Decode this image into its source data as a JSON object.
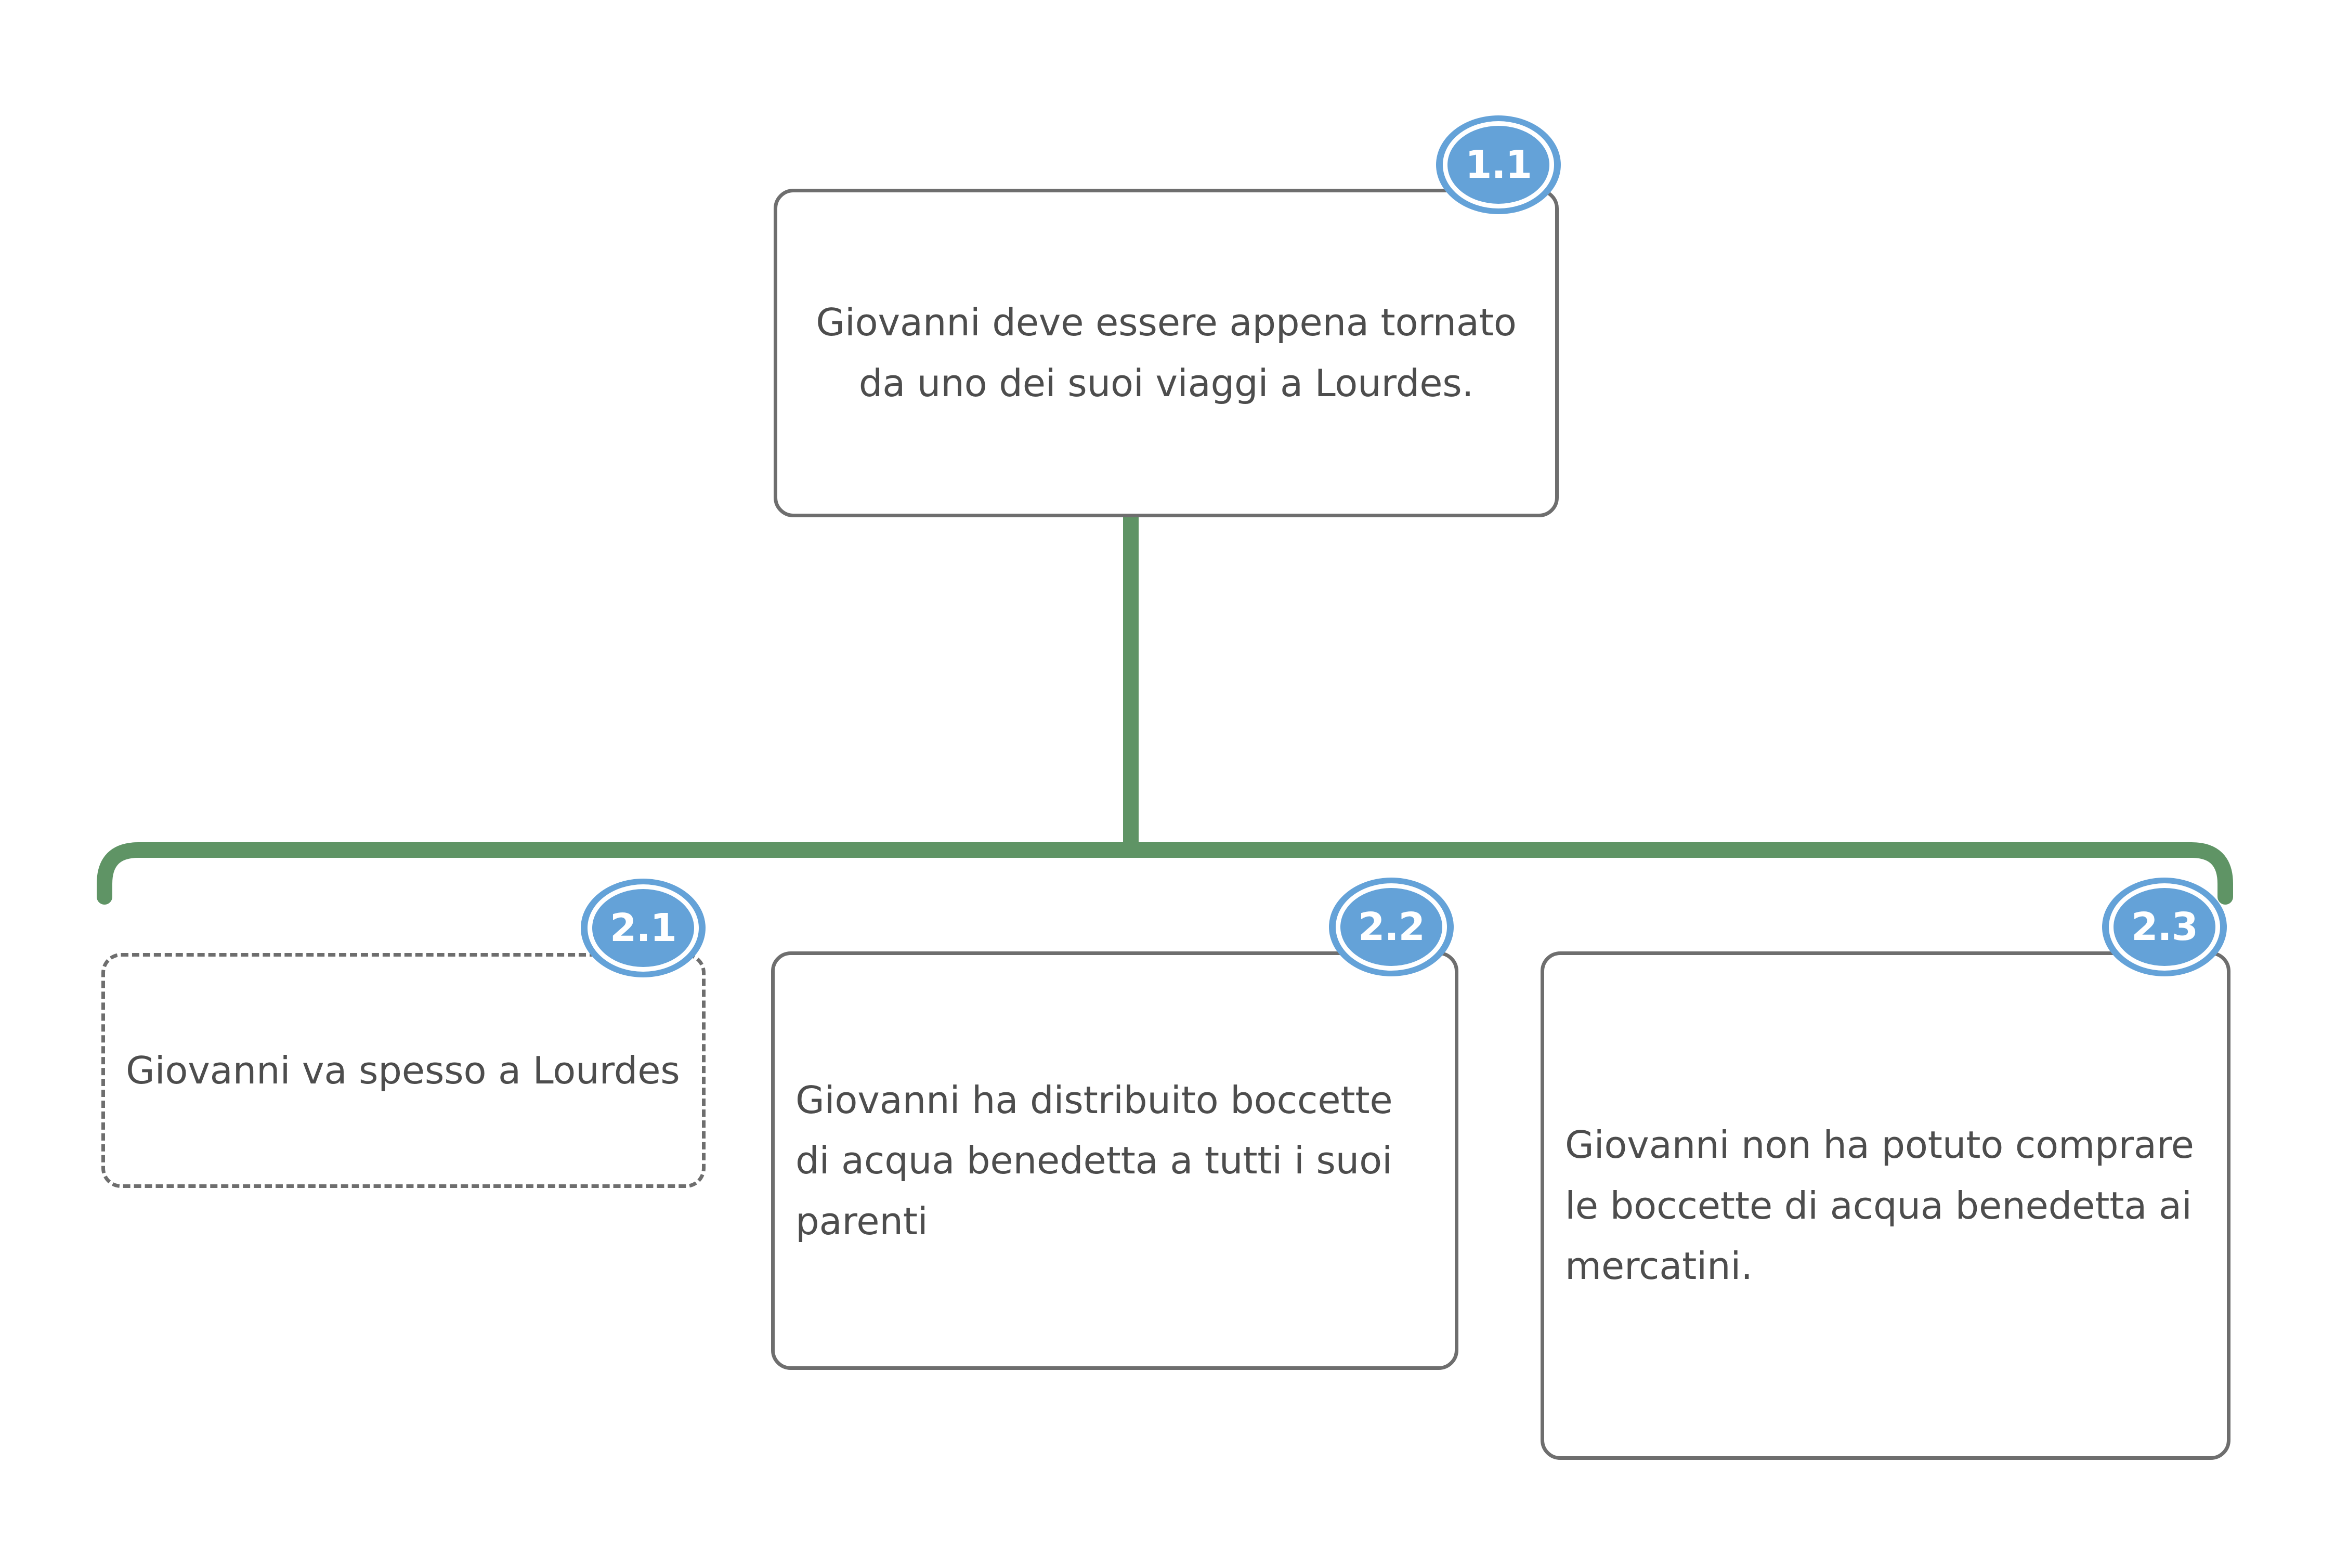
{
  "diagram": {
    "kind": "argument-map",
    "language": "it",
    "background_color": "#ffffff",
    "colors": {
      "connector_green": "#5f9465",
      "node_border_gray": "#6e6e6e",
      "node_text_gray": "#4d4d4d",
      "badge_blue": "#64a2d8",
      "badge_text": "#ffffff"
    },
    "nodes": [
      {
        "id": "1.1",
        "badge": "1.1",
        "text": "Giovanni deve essere appena tornato da uno dei suoi viaggi a Lourdes.",
        "lines": [
          "Giovanni deve essere",
          "appena tornato da uno",
          "dei suoi viaggi a Lourdes."
        ],
        "border_style": "solid",
        "text_align": "center",
        "level": 1
      },
      {
        "id": "2.1",
        "badge": "2.1",
        "text": "Giovanni va spesso a Lourdes",
        "lines": [
          "Giovanni va",
          "spesso a Lourdes"
        ],
        "border_style": "dashed",
        "text_align": "left",
        "level": 2
      },
      {
        "id": "2.2",
        "badge": "2.2",
        "text": "Giovanni ha distribuito boccette di acqua benedetta a tutti i suoi parenti",
        "lines": [
          "Giovanni ha",
          "distribuito boccette di",
          "acqua benedetta a",
          "tutti i suoi parenti"
        ],
        "border_style": "solid",
        "text_align": "left",
        "level": 2
      },
      {
        "id": "2.3",
        "badge": "2.3",
        "text": "Giovanni non ha potuto comprare le boccette di acqua benedetta ai mercatini.",
        "lines": [
          "Giovanni non ha",
          "potuto comprare le",
          "boccette di acqua",
          "benedetta ai",
          "mercatini."
        ],
        "border_style": "solid",
        "text_align": "left",
        "level": 2
      }
    ],
    "edges": [
      {
        "from": "1.1",
        "to": "2.1",
        "color": "#5f9465"
      },
      {
        "from": "1.1",
        "to": "2.2",
        "color": "#5f9465"
      },
      {
        "from": "1.1",
        "to": "2.3",
        "color": "#5f9465"
      }
    ]
  }
}
